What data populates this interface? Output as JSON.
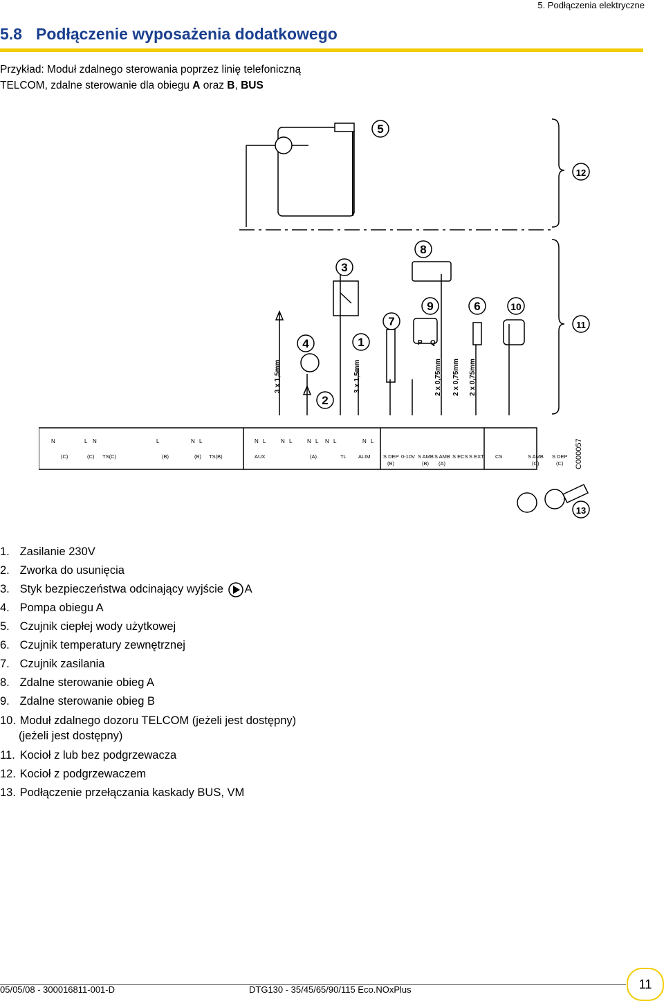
{
  "header": {
    "section": "5. Podłączenia elektryczne"
  },
  "title": {
    "number": "5.8",
    "text": "Podłączenie wyposażenia dodatkowego"
  },
  "intro": {
    "line1": "Przykład: Moduł zdalnego sterowania poprzez linię telefoniczną",
    "line2_prefix": "TELCOM, zdalne sterowanie dla obiegu ",
    "line2_a": "A",
    "line2_mid": " oraz ",
    "line2_b": "B",
    "line2_sep": ", ",
    "line2_bus": "BUS"
  },
  "diagram": {
    "callouts": [
      "1",
      "2",
      "3",
      "4",
      "5",
      "6",
      "7",
      "8",
      "9",
      "10",
      "11",
      "12",
      "13"
    ],
    "wire_labels": [
      "3 x 1,5mm",
      "3 x 1,5mm",
      "2 x 0,75mm",
      "2 x 0,75mm",
      "2 x 0,75mm"
    ],
    "pq": [
      "P",
      "Q"
    ],
    "code": "C000057",
    "terminals_top": [
      "N",
      "L",
      "N",
      "L",
      "N",
      "L",
      "N",
      "L",
      "N",
      "L",
      "N",
      "L",
      "N",
      "L",
      "N",
      "L"
    ],
    "terminals_bottom": [
      "(C)",
      "(C)",
      "TS(C)",
      "(B)",
      "(B)",
      "TS(B)",
      "AUX",
      "(A)",
      "TL",
      "ALIM",
      "S DEP",
      "0-10V",
      "S AMB",
      "S AMB",
      "S ECS",
      "S EXT",
      "CS",
      "S AMB",
      "S DEP"
    ],
    "terminals_sub": [
      "(B)",
      "(B)",
      "(A)",
      "(C)",
      "(C)"
    ]
  },
  "legend": [
    {
      "n": "1.",
      "text": "Zasilanie 230V"
    },
    {
      "n": "2.",
      "text": "Zworka do usunięcia"
    },
    {
      "n": "3.",
      "text": "Styk bezpieczeństwa odcinający wyjście",
      "suffix": "A"
    },
    {
      "n": "4.",
      "text": "Pompa obiegu A"
    },
    {
      "n": "5.",
      "text": "Czujnik ciepłej wody użytkowej"
    },
    {
      "n": "6.",
      "text": "Czujnik temperatury zewnętrznej"
    },
    {
      "n": "7.",
      "text": "Czujnik zasilania"
    },
    {
      "n": "8.",
      "text": "Zdalne sterowanie  obieg A"
    },
    {
      "n": "9.",
      "text": "Zdalne sterowanie  obieg B"
    },
    {
      "n": "10.",
      "text": "Moduł zdalnego dozoru TELCOM (jeżeli jest dostępny)",
      "cont": "(jeżeli jest dostępny)"
    },
    {
      "n": "11.",
      "text": "Kocioł z lub bez podgrzewacza"
    },
    {
      "n": "12.",
      "text": "Kocioł z podgrzewaczem"
    },
    {
      "n": "13.",
      "text": "Podłączenie przełączania kaskady BUS, VM"
    }
  ],
  "footer": {
    "left": "05/05/08 - 300016811-001-D",
    "center": "DTG130 - 35/45/65/90/115 Eco.NOxPlus",
    "page": "11"
  },
  "colors": {
    "title": "#1a3f8f",
    "accent": "#f2cc00"
  }
}
